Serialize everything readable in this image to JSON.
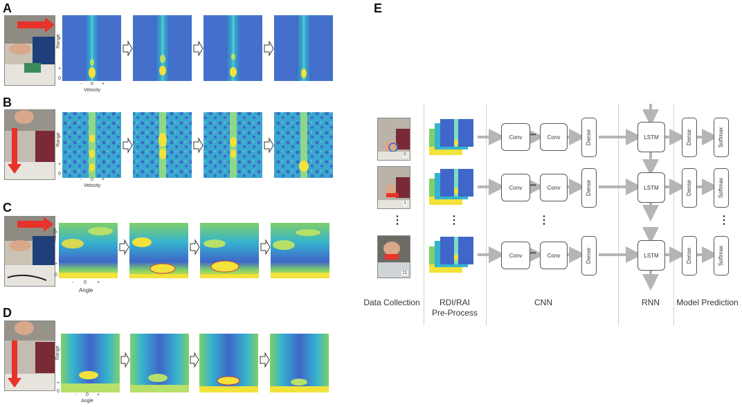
{
  "panels": {
    "a": {
      "letter": "A",
      "ylabel": "Range",
      "xlabel": "Velocity",
      "ticks": [
        "-",
        "0",
        "+"
      ],
      "yticks": [
        "+",
        "0"
      ]
    },
    "b": {
      "letter": "B",
      "ylabel": "Range",
      "xlabel": "Velocity",
      "ticks": [
        "-",
        "0",
        "+"
      ],
      "yticks": [
        "+",
        "0"
      ]
    },
    "c": {
      "letter": "C",
      "ylabel": "Range",
      "xlabel": "Angle",
      "ticks": [
        "-",
        "0",
        "+"
      ],
      "yticks": [
        "+",
        "0"
      ]
    },
    "d": {
      "letter": "D",
      "ylabel": "Range",
      "xlabel": "Angle",
      "ticks": [
        "-",
        "0",
        "+"
      ],
      "yticks": [
        "+",
        "0"
      ]
    },
    "e": {
      "letter": "E"
    }
  },
  "pipeline": {
    "conv_label": "Conv",
    "dense_label": "Dense",
    "lstm_label": "LSTM",
    "softmax_label": "Softmax",
    "ellipsis": "•••",
    "frame_numbers": [
      "0",
      "1",
      "11"
    ],
    "vertical_dots": "⋮",
    "columns": {
      "data_collection": "Data Collection",
      "preprocess_line1": "RDI/RAI",
      "preprocess_line2": "Pre-Process",
      "cnn": "CNN",
      "rnn": "RNN",
      "model_prediction": "Model Prediction"
    }
  },
  "colors": {
    "heat_blue": "#3f66c9",
    "heat_cyan": "#36b4cf",
    "heat_yellow": "#f2e23a",
    "heat_green": "#7fcf6a",
    "gesture_arrow": "#e8322a",
    "flow_arrow": "#b5b5b5"
  }
}
